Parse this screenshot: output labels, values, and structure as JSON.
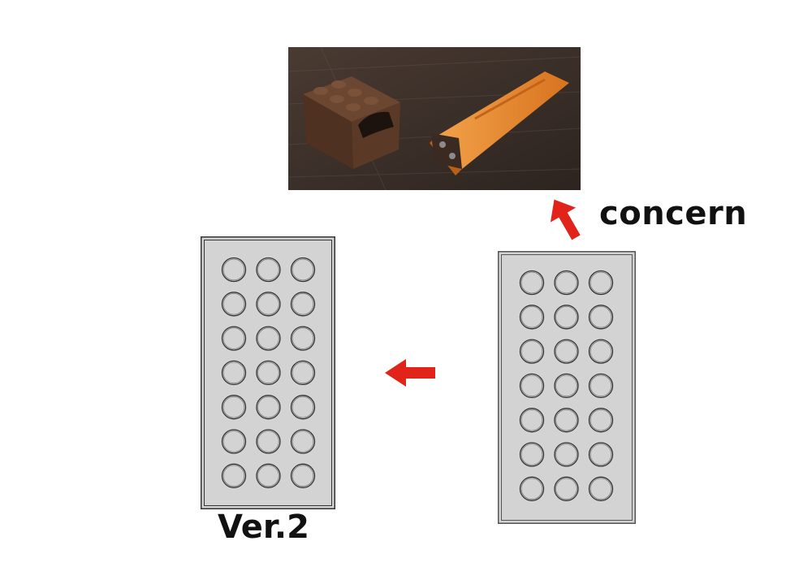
{
  "labels": {
    "concern": "concern",
    "version": "Ver.2"
  },
  "plates": [
    {
      "id": "ver2",
      "cols": 3,
      "rows": 7
    },
    {
      "id": "original",
      "cols": 3,
      "rows": 7
    }
  ],
  "colors": {
    "arrow": "#e2231a",
    "plate_fill": "#d3d3d3",
    "plate_stroke": "#333333",
    "brick_dark": "#5a3a26",
    "brick_orange": "#e98a2e"
  },
  "icons": {
    "up_arrow": "up-arrow-icon",
    "left_arrow": "left-arrow-icon"
  }
}
